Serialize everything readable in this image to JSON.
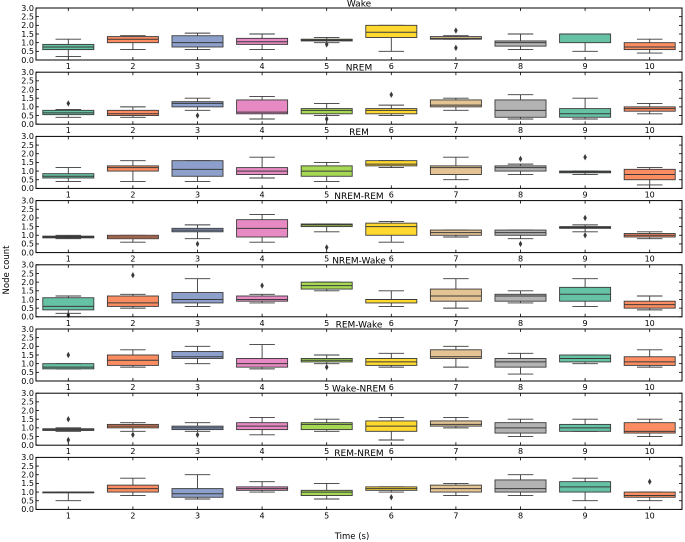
{
  "chart_data": {
    "type": "box",
    "xlabel": "Time (s)",
    "ylabel": "Node count",
    "categories": [
      "1",
      "2",
      "3",
      "4",
      "5",
      "6",
      "7",
      "8",
      "9",
      "10"
    ],
    "colors": [
      "#66c2a5",
      "#fc8d62",
      "#8da0cb",
      "#e78ac3",
      "#a6d854",
      "#ffd92f",
      "#e5c494",
      "#b3b3b3",
      "#66c2a5",
      "#fc8d62"
    ],
    "yticks": [
      "0.0",
      "0.5",
      "1.0",
      "1.5",
      "2.0",
      "2.5",
      "3.0"
    ],
    "ylim": [
      0,
      3
    ],
    "panels": [
      {
        "title": "Wake",
        "boxes": [
          {
            "wmin": 0.2,
            "q1": 0.6,
            "med": 0.75,
            "q3": 0.9,
            "wmax": 1.2,
            "outliers": []
          },
          {
            "wmin": 0.6,
            "q1": 1.0,
            "med": 1.2,
            "q3": 1.35,
            "wmax": 1.4,
            "outliers": []
          },
          {
            "wmin": 0.6,
            "q1": 0.75,
            "med": 1.0,
            "q3": 1.4,
            "wmax": 1.55,
            "outliers": []
          },
          {
            "wmin": 0.6,
            "q1": 0.9,
            "med": 1.05,
            "q3": 1.25,
            "wmax": 1.5,
            "outliers": []
          },
          {
            "wmin": 1.0,
            "q1": 1.1,
            "med": 1.15,
            "q3": 1.2,
            "wmax": 1.3,
            "outliers": [
              0.9
            ]
          },
          {
            "wmin": 0.5,
            "q1": 1.3,
            "med": 1.6,
            "q3": 2.0,
            "wmax": 2.0,
            "outliers": []
          },
          {
            "wmin": 1.2,
            "q1": 1.2,
            "med": 1.25,
            "q3": 1.35,
            "wmax": 1.4,
            "outliers": [
              1.7,
              0.7
            ]
          },
          {
            "wmin": 0.6,
            "q1": 0.8,
            "med": 1.0,
            "q3": 1.1,
            "wmax": 1.5,
            "outliers": []
          },
          {
            "wmin": 0.5,
            "q1": 1.0,
            "med": 1.5,
            "q3": 1.5,
            "wmax": 1.5,
            "outliers": []
          },
          {
            "wmin": 0.4,
            "q1": 0.6,
            "med": 0.75,
            "q3": 1.0,
            "wmax": 1.2,
            "outliers": []
          }
        ]
      },
      {
        "title": "NREM",
        "boxes": [
          {
            "wmin": 0.4,
            "q1": 0.55,
            "med": 0.65,
            "q3": 0.8,
            "wmax": 0.85,
            "outliers": [
              1.2
            ]
          },
          {
            "wmin": 0.4,
            "q1": 0.5,
            "med": 0.6,
            "q3": 0.8,
            "wmax": 1.0,
            "outliers": []
          },
          {
            "wmin": 0.8,
            "q1": 1.0,
            "med": 1.2,
            "q3": 1.3,
            "wmax": 1.5,
            "outliers": [
              0.5
            ]
          },
          {
            "wmin": 0.3,
            "q1": 0.6,
            "med": 0.7,
            "q3": 1.4,
            "wmax": 1.6,
            "outliers": []
          },
          {
            "wmin": 0.5,
            "q1": 0.6,
            "med": 0.8,
            "q3": 0.9,
            "wmax": 1.2,
            "outliers": [
              0.3
            ]
          },
          {
            "wmin": 0.5,
            "q1": 0.6,
            "med": 0.8,
            "q3": 0.9,
            "wmax": 1.1,
            "outliers": [
              1.7
            ]
          },
          {
            "wmin": 0.8,
            "q1": 1.0,
            "med": 1.1,
            "q3": 1.4,
            "wmax": 1.5,
            "outliers": []
          },
          {
            "wmin": 0.3,
            "q1": 0.4,
            "med": 0.8,
            "q3": 1.4,
            "wmax": 1.7,
            "outliers": []
          },
          {
            "wmin": 0.3,
            "q1": 0.4,
            "med": 0.6,
            "q3": 0.9,
            "wmax": 1.5,
            "outliers": []
          },
          {
            "wmin": 0.6,
            "q1": 0.75,
            "med": 0.9,
            "q3": 1.0,
            "wmax": 1.2,
            "outliers": []
          }
        ]
      },
      {
        "title": "REM",
        "boxes": [
          {
            "wmin": 0.4,
            "q1": 0.6,
            "med": 0.7,
            "q3": 0.85,
            "wmax": 1.2,
            "outliers": []
          },
          {
            "wmin": 0.4,
            "q1": 1.0,
            "med": 1.2,
            "q3": 1.3,
            "wmax": 1.6,
            "outliers": []
          },
          {
            "wmin": 0.4,
            "q1": 0.7,
            "med": 1.1,
            "q3": 1.6,
            "wmax": 1.6,
            "outliers": []
          },
          {
            "wmin": 0.6,
            "q1": 0.8,
            "med": 1.0,
            "q3": 1.2,
            "wmax": 1.8,
            "outliers": []
          },
          {
            "wmin": 0.4,
            "q1": 0.7,
            "med": 1.0,
            "q3": 1.3,
            "wmax": 1.5,
            "outliers": []
          },
          {
            "wmin": 1.2,
            "q1": 1.3,
            "med": 1.4,
            "q3": 1.6,
            "wmax": 1.6,
            "outliers": []
          },
          {
            "wmin": 0.5,
            "q1": 0.8,
            "med": 1.2,
            "q3": 1.3,
            "wmax": 1.8,
            "outliers": []
          },
          {
            "wmin": 0.8,
            "q1": 1.0,
            "med": 1.2,
            "q3": 1.3,
            "wmax": 1.4,
            "outliers": [
              1.7
            ]
          },
          {
            "wmin": 0.8,
            "q1": 0.9,
            "med": 0.95,
            "q3": 1.0,
            "wmax": 1.0,
            "outliers": [
              1.8
            ]
          },
          {
            "wmin": 0.2,
            "q1": 0.5,
            "med": 0.8,
            "q3": 1.1,
            "wmax": 1.2,
            "outliers": []
          }
        ]
      },
      {
        "title": "NREM-REM",
        "boxes": [
          {
            "wmin": 0.8,
            "q1": 0.85,
            "med": 0.9,
            "q3": 0.95,
            "wmax": 1.0,
            "outliers": []
          },
          {
            "wmin": 0.6,
            "q1": 0.8,
            "med": 0.9,
            "q3": 1.0,
            "wmax": 1.0,
            "outliers": []
          },
          {
            "wmin": 0.8,
            "q1": 1.2,
            "med": 1.3,
            "q3": 1.4,
            "wmax": 1.6,
            "outliers": [
              0.5
            ]
          },
          {
            "wmin": 0.6,
            "q1": 0.9,
            "med": 1.4,
            "q3": 1.9,
            "wmax": 2.2,
            "outliers": []
          },
          {
            "wmin": 1.2,
            "q1": 1.5,
            "med": 1.6,
            "q3": 1.65,
            "wmax": 1.65,
            "outliers": [
              0.3
            ]
          },
          {
            "wmin": 0.6,
            "q1": 1.0,
            "med": 1.5,
            "q3": 1.7,
            "wmax": 1.8,
            "outliers": []
          },
          {
            "wmin": 0.9,
            "q1": 1.0,
            "med": 1.15,
            "q3": 1.3,
            "wmax": 1.3,
            "outliers": []
          },
          {
            "wmin": 0.8,
            "q1": 1.0,
            "med": 1.15,
            "q3": 1.3,
            "wmax": 1.3,
            "outliers": [
              0.5
            ]
          },
          {
            "wmin": 1.2,
            "q1": 1.4,
            "med": 1.45,
            "q3": 1.5,
            "wmax": 1.6,
            "outliers": [
              2.0,
              1.0
            ]
          },
          {
            "wmin": 0.8,
            "q1": 0.9,
            "med": 1.0,
            "q3": 1.1,
            "wmax": 1.2,
            "outliers": []
          }
        ]
      },
      {
        "title": "NREM-Wake",
        "boxes": [
          {
            "wmin": 0.2,
            "q1": 0.4,
            "med": 0.6,
            "q3": 1.1,
            "wmax": 1.2,
            "outliers": [
              0.1
            ]
          },
          {
            "wmin": 0.5,
            "q1": 0.6,
            "med": 0.8,
            "q3": 1.2,
            "wmax": 1.3,
            "outliers": [
              2.4
            ]
          },
          {
            "wmin": 0.6,
            "q1": 0.8,
            "med": 1.0,
            "q3": 1.4,
            "wmax": 2.2,
            "outliers": []
          },
          {
            "wmin": 0.8,
            "q1": 0.9,
            "med": 1.0,
            "q3": 1.2,
            "wmax": 1.3,
            "outliers": [
              1.8
            ]
          },
          {
            "wmin": 1.5,
            "q1": 1.6,
            "med": 1.8,
            "q3": 2.0,
            "wmax": 2.0,
            "outliers": []
          },
          {
            "wmin": 0.6,
            "q1": 0.8,
            "med": 1.0,
            "q3": 1.0,
            "wmax": 1.5,
            "outliers": []
          },
          {
            "wmin": 0.5,
            "q1": 0.9,
            "med": 1.2,
            "q3": 1.6,
            "wmax": 2.2,
            "outliers": []
          },
          {
            "wmin": 0.8,
            "q1": 0.9,
            "med": 1.2,
            "q3": 1.3,
            "wmax": 1.5,
            "outliers": []
          },
          {
            "wmin": 0.6,
            "q1": 0.9,
            "med": 1.3,
            "q3": 1.7,
            "wmax": 2.2,
            "outliers": []
          },
          {
            "wmin": 0.4,
            "q1": 0.5,
            "med": 0.7,
            "q3": 0.9,
            "wmax": 1.2,
            "outliers": []
          }
        ]
      },
      {
        "title": "REM-Wake",
        "boxes": [
          {
            "wmin": 0.7,
            "q1": 0.7,
            "med": 0.8,
            "q3": 1.0,
            "wmax": 1.0,
            "outliers": [
              1.5
            ]
          },
          {
            "wmin": 0.8,
            "q1": 0.9,
            "med": 1.2,
            "q3": 1.5,
            "wmax": 1.8,
            "outliers": []
          },
          {
            "wmin": 1.0,
            "q1": 1.3,
            "med": 1.4,
            "q3": 1.7,
            "wmax": 2.0,
            "outliers": []
          },
          {
            "wmin": 0.7,
            "q1": 0.8,
            "med": 1.0,
            "q3": 1.3,
            "wmax": 2.1,
            "outliers": []
          },
          {
            "wmin": 1.0,
            "q1": 1.1,
            "med": 1.2,
            "q3": 1.3,
            "wmax": 1.5,
            "outliers": [
              0.8
            ]
          },
          {
            "wmin": 0.8,
            "q1": 0.9,
            "med": 1.1,
            "q3": 1.3,
            "wmax": 1.6,
            "outliers": []
          },
          {
            "wmin": 0.8,
            "q1": 1.3,
            "med": 1.4,
            "q3": 1.8,
            "wmax": 2.0,
            "outliers": []
          },
          {
            "wmin": 0.4,
            "q1": 0.8,
            "med": 1.1,
            "q3": 1.3,
            "wmax": 1.6,
            "outliers": []
          },
          {
            "wmin": 1.0,
            "q1": 1.1,
            "med": 1.3,
            "q3": 1.5,
            "wmax": 1.5,
            "outliers": []
          },
          {
            "wmin": 0.8,
            "q1": 0.9,
            "med": 1.1,
            "q3": 1.4,
            "wmax": 1.8,
            "outliers": []
          }
        ]
      },
      {
        "title": "Wake-NREM",
        "boxes": [
          {
            "wmin": 0.8,
            "q1": 0.85,
            "med": 0.9,
            "q3": 0.95,
            "wmax": 1.0,
            "outliers": [
              1.5,
              0.3
            ]
          },
          {
            "wmin": 0.8,
            "q1": 1.0,
            "med": 1.1,
            "q3": 1.2,
            "wmax": 1.3,
            "outliers": [
              0.6
            ]
          },
          {
            "wmin": 0.8,
            "q1": 0.9,
            "med": 1.0,
            "q3": 1.1,
            "wmax": 1.3,
            "outliers": [
              0.6
            ]
          },
          {
            "wmin": 0.6,
            "q1": 0.9,
            "med": 1.1,
            "q3": 1.3,
            "wmax": 1.6,
            "outliers": []
          },
          {
            "wmin": 0.8,
            "q1": 0.9,
            "med": 1.2,
            "q3": 1.3,
            "wmax": 1.5,
            "outliers": []
          },
          {
            "wmin": 0.3,
            "q1": 0.8,
            "med": 1.1,
            "q3": 1.4,
            "wmax": 1.6,
            "outliers": []
          },
          {
            "wmin": 1.0,
            "q1": 1.1,
            "med": 1.2,
            "q3": 1.4,
            "wmax": 1.6,
            "outliers": []
          },
          {
            "wmin": 0.5,
            "q1": 0.7,
            "med": 1.0,
            "q3": 1.3,
            "wmax": 1.5,
            "outliers": []
          },
          {
            "wmin": 0.8,
            "q1": 0.8,
            "med": 1.0,
            "q3": 1.2,
            "wmax": 1.5,
            "outliers": []
          },
          {
            "wmin": 0.5,
            "q1": 0.7,
            "med": 0.8,
            "q3": 1.3,
            "wmax": 1.5,
            "outliers": []
          }
        ]
      },
      {
        "title": "REM-NREM",
        "boxes": [
          {
            "wmin": 0.5,
            "q1": 1.0,
            "med": 1.0,
            "q3": 1.0,
            "wmax": 1.0,
            "outliers": []
          },
          {
            "wmin": 0.8,
            "q1": 1.0,
            "med": 1.2,
            "q3": 1.4,
            "wmax": 1.8,
            "outliers": []
          },
          {
            "wmin": 0.6,
            "q1": 0.7,
            "med": 0.9,
            "q3": 1.2,
            "wmax": 2.0,
            "outliers": []
          },
          {
            "wmin": 1.0,
            "q1": 1.1,
            "med": 1.2,
            "q3": 1.3,
            "wmax": 1.6,
            "outliers": []
          },
          {
            "wmin": 0.6,
            "q1": 0.8,
            "med": 1.0,
            "q3": 1.1,
            "wmax": 1.5,
            "outliers": []
          },
          {
            "wmin": 1.0,
            "q1": 1.1,
            "med": 1.2,
            "q3": 1.3,
            "wmax": 1.3,
            "outliers": [
              0.7
            ]
          },
          {
            "wmin": 0.8,
            "q1": 1.0,
            "med": 1.2,
            "q3": 1.4,
            "wmax": 1.5,
            "outliers": []
          },
          {
            "wmin": 0.8,
            "q1": 1.0,
            "med": 1.2,
            "q3": 1.7,
            "wmax": 2.0,
            "outliers": []
          },
          {
            "wmin": 0.5,
            "q1": 1.0,
            "med": 1.3,
            "q3": 1.6,
            "wmax": 1.8,
            "outliers": []
          },
          {
            "wmin": 0.5,
            "q1": 0.7,
            "med": 0.8,
            "q3": 1.0,
            "wmax": 1.0,
            "outliers": [
              1.6
            ]
          }
        ]
      }
    ]
  }
}
